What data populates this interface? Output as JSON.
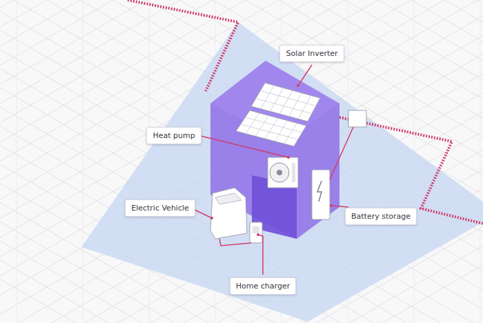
{
  "diagram": {
    "nodes": [
      {
        "text": [
          "Solar Inverter"
        ]
      },
      {
        "text": [
          "Heat pump"
        ]
      },
      {
        "text": [
          "Electric Vehicle"
        ]
      },
      {
        "text": [
          "Battery storage"
        ]
      },
      {
        "text": [
          "Home charger"
        ]
      }
    ]
  }
}
